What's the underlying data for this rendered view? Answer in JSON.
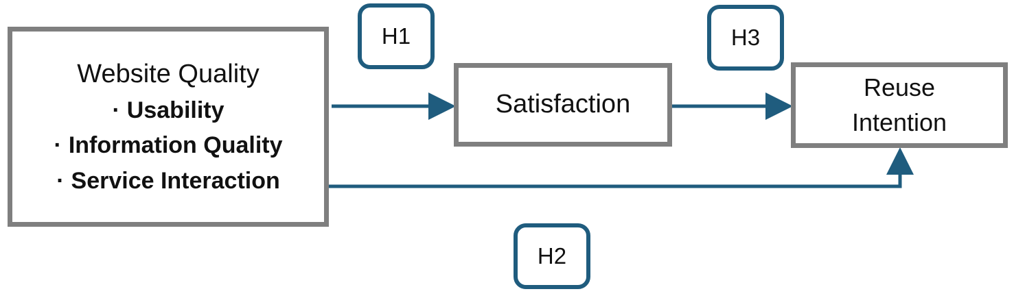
{
  "website_quality": {
    "title": "Website Quality",
    "bullet_marker": "·",
    "items": [
      "Usability",
      "Information Quality",
      "Service Interaction"
    ]
  },
  "satisfaction": {
    "label": "Satisfaction"
  },
  "reuse_intention": {
    "line1": "Reuse",
    "line2": "Intention"
  },
  "hypotheses": {
    "h1": "H1",
    "h2": "H2",
    "h3": "H3"
  },
  "colors": {
    "box_border": "#7f7f7f",
    "arrow": "#1f5c7e"
  }
}
